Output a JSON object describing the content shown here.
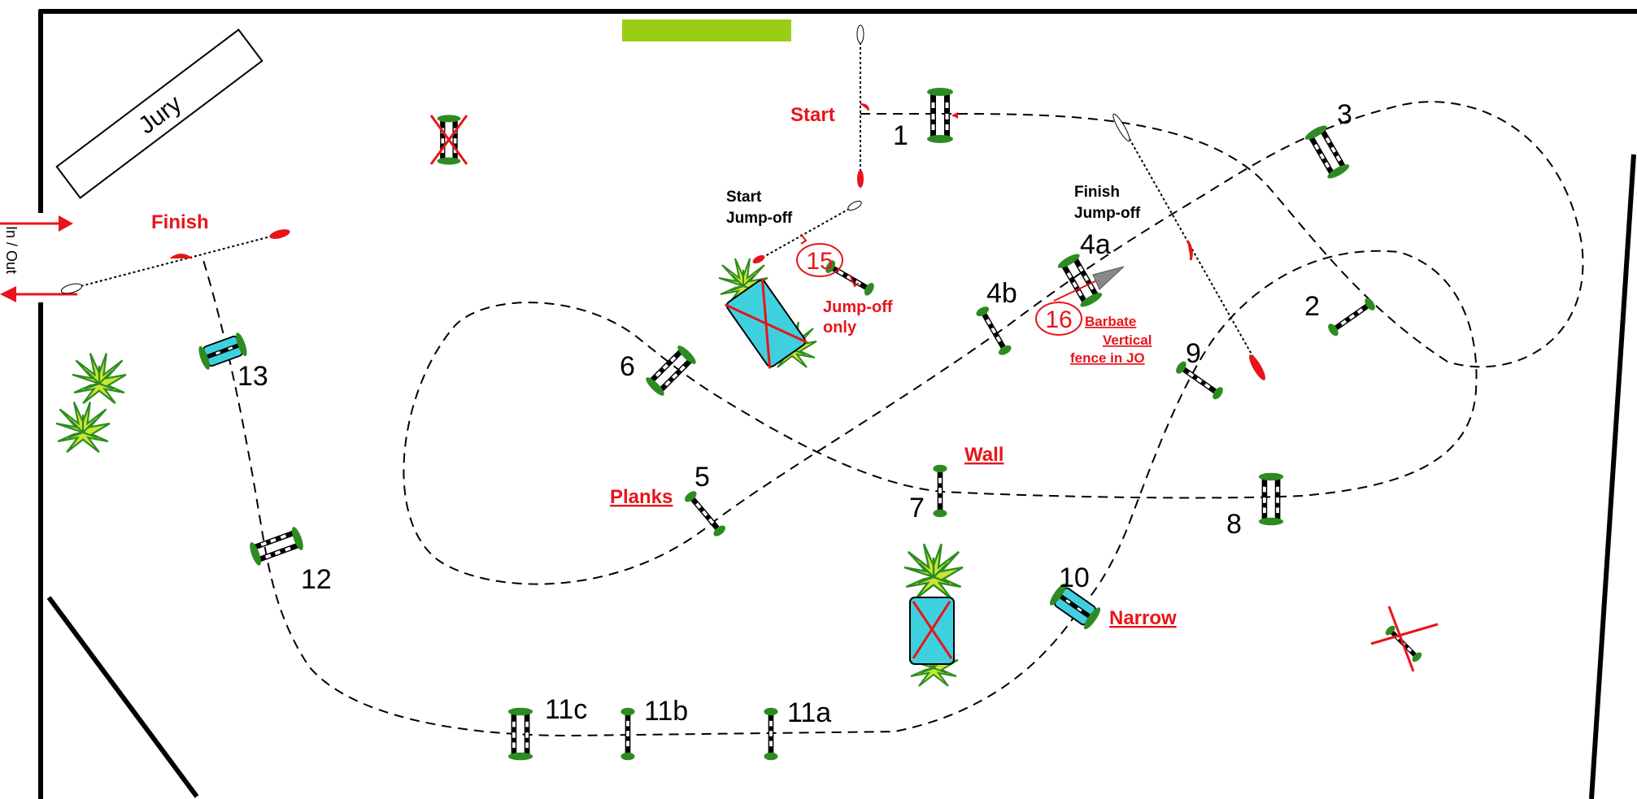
{
  "arena": {
    "jury_label": "Jury",
    "entrance_label": "In / Out",
    "colors": {
      "border": "#000000",
      "marker": "#e8141a",
      "foliage": "#2e8b22",
      "water": "#3fd0e0",
      "banner": "#9acd16"
    }
  },
  "markers": {
    "start": "Start",
    "finish": "Finish",
    "start_jumpoff": [
      "Start",
      "Jump-off"
    ],
    "finish_jumpoff": [
      "Finish",
      "Jump-off"
    ]
  },
  "fence_numbers": {
    "n1": "1",
    "n2": "2",
    "n3": "3",
    "n4a": "4a",
    "n4b": "4b",
    "n5": "5",
    "n6": "6",
    "n7": "7",
    "n8": "8",
    "n9": "9",
    "n10": "10",
    "n11a": "11a",
    "n11b": "11b",
    "n11c": "11c",
    "n12": "12",
    "n13": "13",
    "n15": "15",
    "n16": "16"
  },
  "annotations": {
    "planks": "Planks",
    "wall": "Wall",
    "narrow": "Narrow",
    "jumpoff_only": [
      "Jump-off",
      "only"
    ],
    "barbate": [
      "Barbate",
      "Vertical",
      "fence in JO"
    ]
  }
}
